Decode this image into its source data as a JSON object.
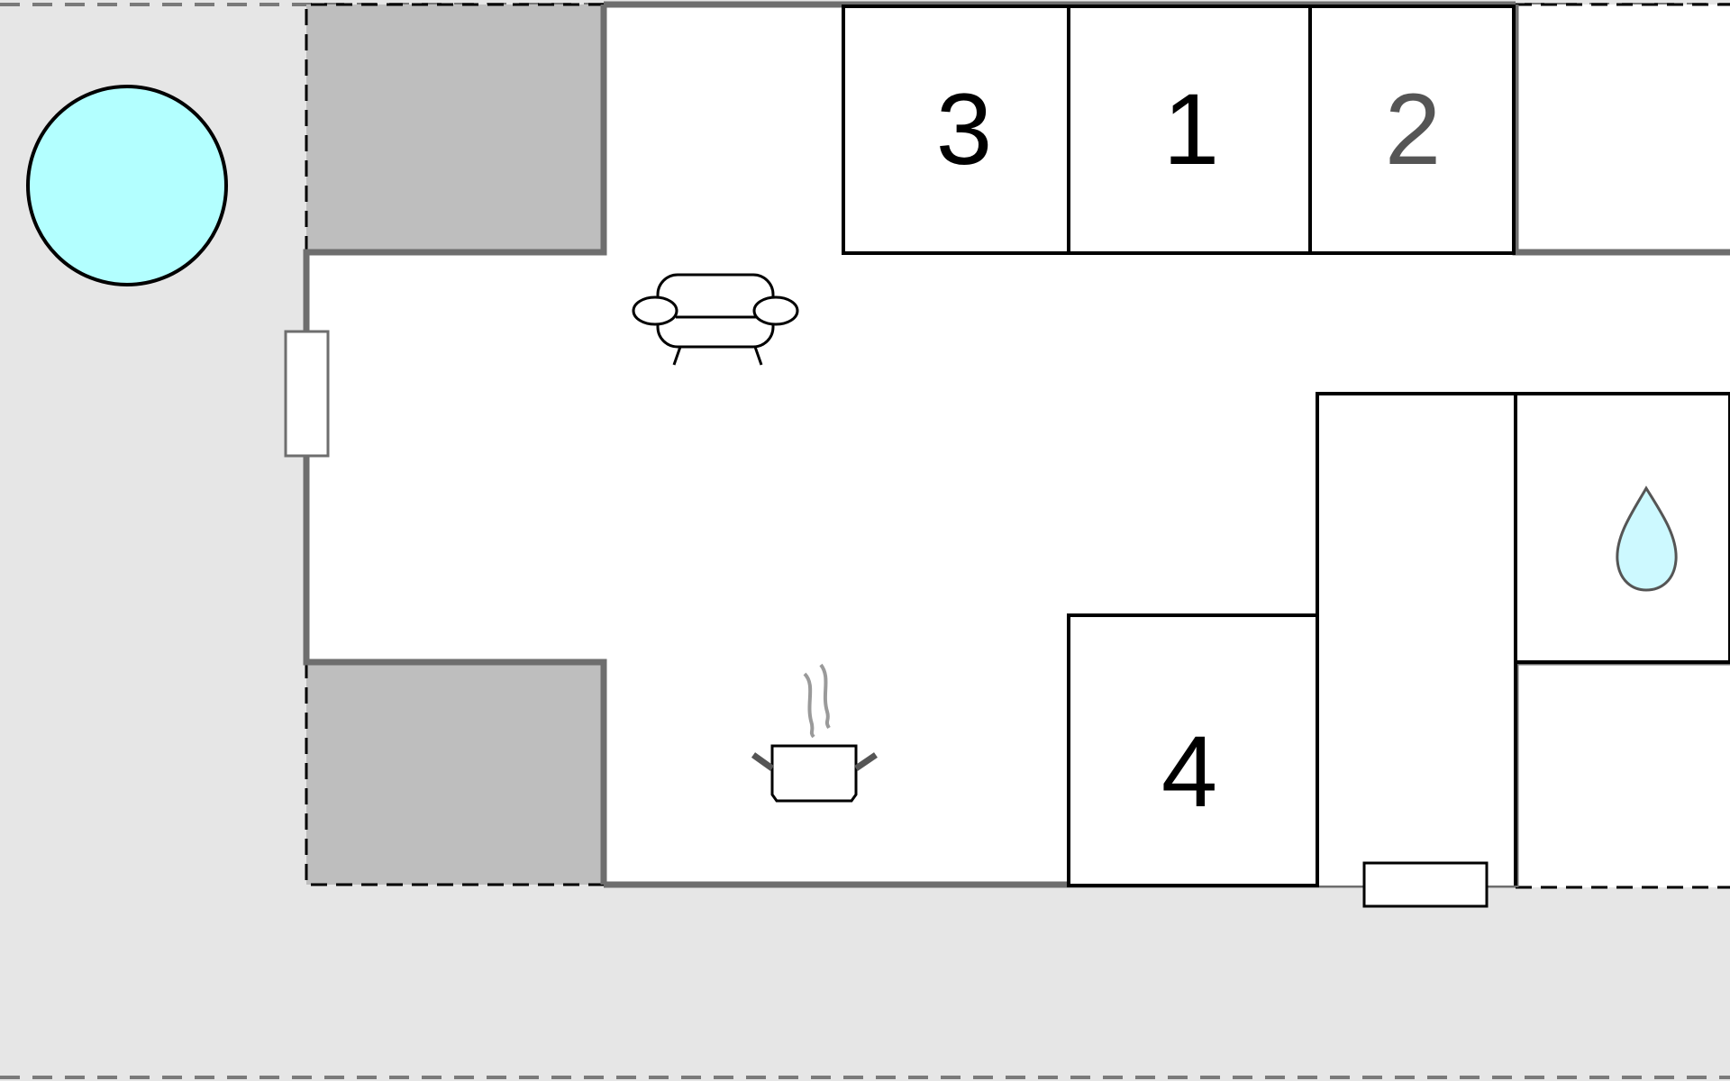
{
  "plan": {
    "rooms": [
      {
        "id": "bedroom",
        "label": "3"
      },
      {
        "id": "bedroom",
        "label": "1"
      },
      {
        "id": "bedroom",
        "label": "2"
      },
      {
        "id": "bedroom",
        "label": "4"
      }
    ],
    "icons": {
      "pool": "pool-icon",
      "living": "sofa-icon",
      "kitchen": "cooking-pot-icon",
      "bathroom": "water-drop-icon",
      "door_west": "door-icon",
      "door_south": "door-icon"
    },
    "colors": {
      "outdoor": "#e6e6e6",
      "terrace": "#bebebe",
      "interior": "#ffffff",
      "pool": "#b3ffff",
      "water_drop": "#cdf9ff",
      "wall": "#6e6e6e",
      "line": "#000000"
    }
  }
}
